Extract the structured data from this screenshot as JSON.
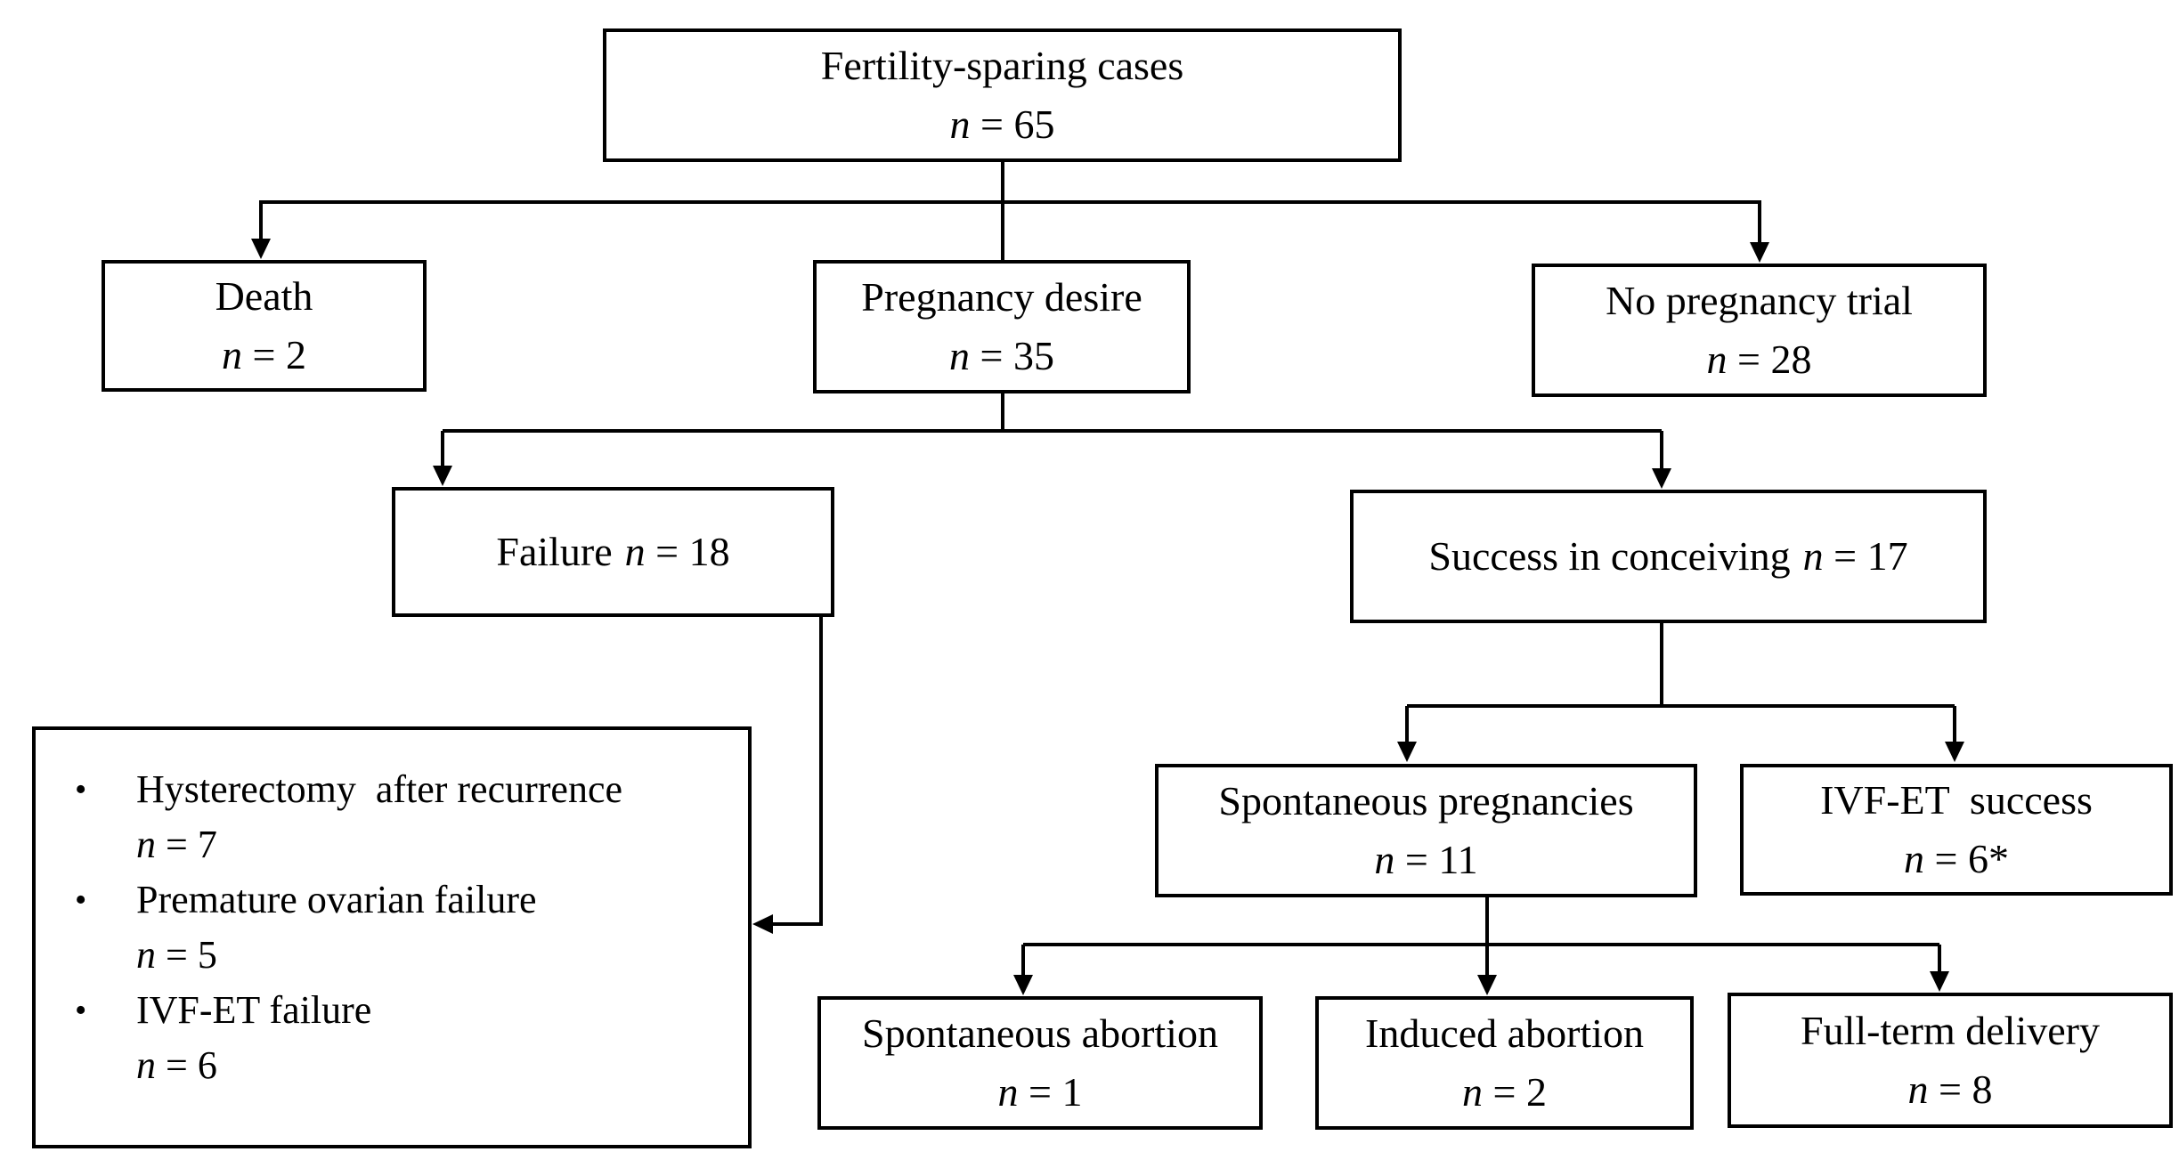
{
  "figure": {
    "background_color": "#ffffff",
    "line_color": "#000000",
    "nodes": {
      "root": {
        "label": "Fertility-sparing cases",
        "count": "n = 65"
      },
      "death": {
        "label": "Death",
        "count": "n = 2"
      },
      "pregnancy_desire": {
        "label": "Pregnancy desire",
        "count": "n = 35"
      },
      "no_pregnancy_trial": {
        "label": "No pregnancy trial",
        "count": "n = 28"
      },
      "failure": {
        "label": "Failure",
        "count": "n = 18"
      },
      "success": {
        "label": "Success in conceiving",
        "count": "n = 17"
      },
      "spontaneous_pregnancies": {
        "label": "Spontaneous pregnancies",
        "count": "n = 11"
      },
      "ivf_et_success": {
        "label": "IVF-ET  success",
        "count": "n = 6*"
      },
      "spontaneous_abortion": {
        "label": "Spontaneous abortion",
        "count": "n = 1"
      },
      "induced_abortion": {
        "label": "Induced abortion",
        "count": "n = 2"
      },
      "full_term_delivery": {
        "label": "Full-term delivery",
        "count": "n = 8"
      },
      "failure_details": {
        "bullet": "•",
        "items": [
          {
            "label": "Hysterectomy  after recurrence",
            "count": "n = 7"
          },
          {
            "label": "Premature ovarian failure",
            "count": "n = 5"
          },
          {
            "label": "IVF-ET failure",
            "count": "n = 6"
          }
        ]
      }
    }
  }
}
